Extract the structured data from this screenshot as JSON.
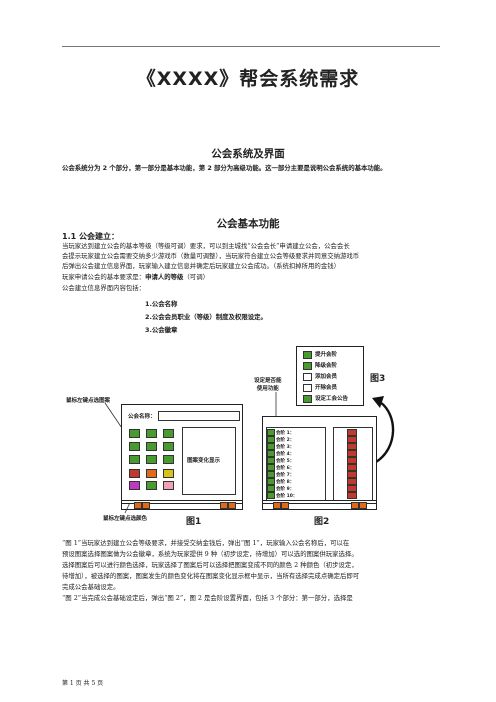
{
  "document": {
    "title": "《XXXX》帮会系统需求",
    "section1_heading": "公会系统及界面",
    "section1_summary": "公会系统分为 2 个部分，第一部分是基本功能，第 2 部分为高级功能。这一部分主要是说明公会系统的基本功能。",
    "section2_heading": "公会基本功能",
    "subsection": "1.1 公会建立：",
    "para1_line1": "当玩家达到建立公会的基本等级（等级可调）要求，可以到主城找“公会会长”申请建立公会，公会会长",
    "para1_line2": "会提示玩家建立公会需要交纳多少游戏币（数量可调整），当玩家符合建立公会等级要求并同意交纳游戏币",
    "para1_line3": "后弹出公会建立信息界面，玩家输入建立信息并确定后玩家建立公会成功。（系统扣掉所用的金钱）",
    "para2_prefix": "玩家申请公会的基本要求是：",
    "para2_bold": "申请人的等级",
    "para2_suffix": "（可调）",
    "para3": "公会建立信息界面内容包括：",
    "list": [
      "1.公会名称",
      "2.公会会员职业（等级）制度及权限设定。",
      "3.公会徽章"
    ],
    "fig3_menu": [
      "提升会阶",
      "降级会阶",
      "添加会员",
      "开除会员",
      "设定工会公告"
    ],
    "fig3_label": "图3",
    "label_permission_line1": "设定是否能",
    "label_permission_line2": "使用功能",
    "label_click_icon": "鼠标左键点选图案",
    "label_guild_name": "公会名称：",
    "label_pattern_display": "图案变化显示",
    "label_click_color": "鼠标左键点选颜色",
    "fig1_label": "图1",
    "fig2_label": "图2",
    "members": [
      "会阶 1：",
      "会阶 2：",
      "会阶 3：",
      "会阶 4：",
      "会阶 5：",
      "会阶 6：",
      "会阶 7：",
      "会阶 8：",
      "会阶 9：",
      "会阶 10："
    ],
    "para4_line1": "“图 1”当玩家达到建立公会等级要求，并接受交纳金钱后，弹出“图 1”，玩家输入公会名称后，可以在",
    "para4_line2": "预设图案选择图案做为公会徽章，系统为玩家提供 9 种（初步设定，待增加）可以选的图案供玩家选择。",
    "para4_line3": "选择图案后可以进行颜色选择，玩家选择了图案后可以选择把图案变成不同的颜色 2 种颜色（初步设定，",
    "para4_line4": "待增加），被选择的图案，图案发生的颜色变化将在图案变化显示框中显示，当所有选择完成点确定后即可",
    "para4_line5": "完成公会基础设定。",
    "para5_line1": "“图 2”当完成公会基础设定后，弹出“图 2”，图 2 是会阶设置界面，包括 3 个部分：第一部分，选择是",
    "footer": "第 1 页 共 5 页"
  },
  "colors": {
    "green": "#4a9b2f",
    "red": "#c0392b",
    "orange": "#e06a1a",
    "yellow": "#d6c21a",
    "magenta": "#c037c0",
    "pink": "#f2a0b6"
  }
}
